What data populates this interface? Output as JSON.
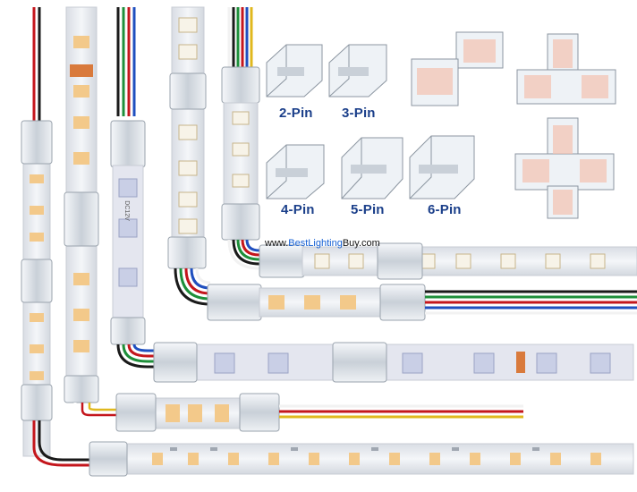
{
  "labels": {
    "two_pin": "2-Pin",
    "three_pin": "3-Pin",
    "four_pin": "4-Pin",
    "five_pin": "5-Pin",
    "six_pin": "6-Pin"
  },
  "watermark": {
    "prefix": "www.",
    "brand": "BestLighting",
    "suffix": "Buy.com"
  },
  "strip_marking": "DC12V",
  "colors": {
    "strip_pcb": "#eef0f4",
    "led_warm": "#f3c98a",
    "led_white": "#f7f3e8",
    "connector": "#dfe4ea",
    "label_blue": "#1b3f8a",
    "wire_red": "#c4161c",
    "wire_black": "#1a1a1a",
    "wire_green": "#1e8f3a",
    "wire_blue": "#1f4fbf",
    "wire_white": "#f2f2f2",
    "wire_yellow": "#e0b81e"
  }
}
